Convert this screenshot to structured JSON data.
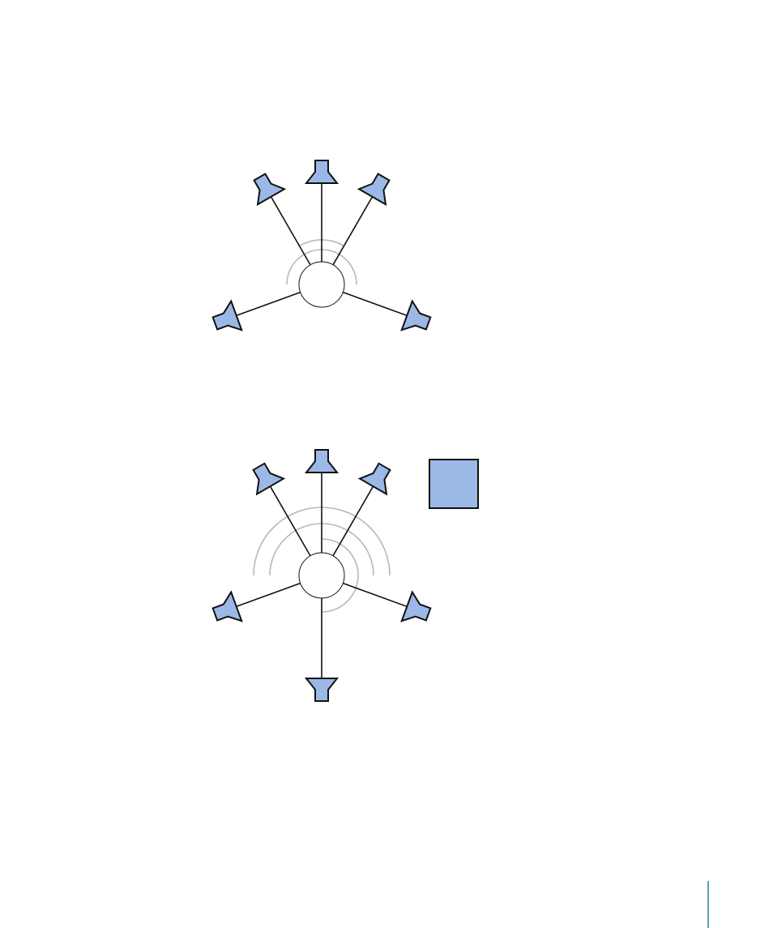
{
  "colors": {
    "speaker_fill": "#9bb8e6",
    "outline": "#111111",
    "arc": "#b8b8b8",
    "background": "#ffffff",
    "accent_rule": "#2a7f9a"
  },
  "diagrams": [
    {
      "name": "five-speaker-layout",
      "speaker_count": 5,
      "speakers": [
        {
          "id": "left-surround",
          "angle_deg": -110
        },
        {
          "id": "left",
          "angle_deg": -30
        },
        {
          "id": "center",
          "angle_deg": 0
        },
        {
          "id": "right",
          "angle_deg": 30
        },
        {
          "id": "right-surround",
          "angle_deg": 110
        }
      ],
      "has_subwoofer": false
    },
    {
      "name": "six-speaker-layout",
      "speaker_count": 6,
      "speakers": [
        {
          "id": "left-surround",
          "angle_deg": -110
        },
        {
          "id": "left",
          "angle_deg": -30
        },
        {
          "id": "center",
          "angle_deg": 0
        },
        {
          "id": "right",
          "angle_deg": 30
        },
        {
          "id": "right-surround",
          "angle_deg": 110
        },
        {
          "id": "rear-center",
          "angle_deg": 180
        }
      ],
      "has_subwoofer": true
    }
  ]
}
